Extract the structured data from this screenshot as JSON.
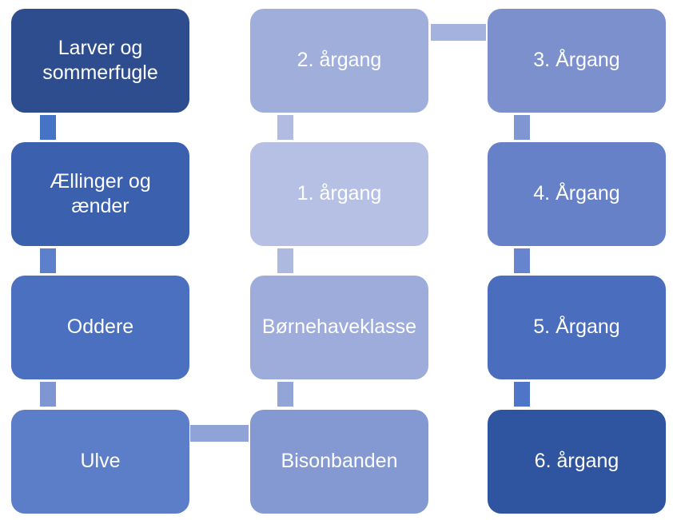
{
  "diagram": {
    "title": "Class progression flow diagram",
    "background_color": "#FFFFFF",
    "text_color": "#FFFFFF",
    "nodes": [
      {
        "id": "larver",
        "label": "Larver og\nsommerfugle",
        "color": "#2E4D8E"
      },
      {
        "id": "aellinger",
        "label": "Ællinger og\nænder",
        "color": "#3A60AE"
      },
      {
        "id": "oddere",
        "label": "Oddere",
        "color": "#4A70BF"
      },
      {
        "id": "ulve",
        "label": "Ulve",
        "color": "#5C7EC9"
      },
      {
        "id": "bisonbanden",
        "label": "Bisonbanden",
        "color": "#8499D1"
      },
      {
        "id": "boernehave",
        "label": "Børnehaveklasse",
        "color": "#9DACDA"
      },
      {
        "id": "aargang1",
        "label": "1. årgang",
        "color": "#B6C0E4"
      },
      {
        "id": "aargang2",
        "label": "2. årgang",
        "color": "#9FAEDB"
      },
      {
        "id": "aargang3",
        "label": "3. Årgang",
        "color": "#7B90CD"
      },
      {
        "id": "aargang4",
        "label": "4. Årgang",
        "color": "#6681C7"
      },
      {
        "id": "aargang5",
        "label": "5. Årgang",
        "color": "#4A6DBD"
      },
      {
        "id": "aargang6",
        "label": "6. årgang",
        "color": "#2F55A0"
      }
    ],
    "connectors": [
      {
        "from": "larver",
        "to": "aellinger",
        "orientation": "vertical",
        "color": "#4573C6"
      },
      {
        "from": "aellinger",
        "to": "oddere",
        "orientation": "vertical",
        "color": "#5C80CB"
      },
      {
        "from": "oddere",
        "to": "ulve",
        "orientation": "vertical",
        "color": "#7E96D1"
      },
      {
        "from": "ulve",
        "to": "bisonbanden",
        "orientation": "horizontal",
        "color": "#8FA3D6"
      },
      {
        "from": "bisonbanden",
        "to": "boernehave",
        "orientation": "vertical",
        "color": "#93A5D6"
      },
      {
        "from": "boernehave",
        "to": "aargang1",
        "orientation": "vertical",
        "color": "#AEB9E0"
      },
      {
        "from": "aargang1",
        "to": "aargang2",
        "orientation": "vertical",
        "color": "#B2BCE2"
      },
      {
        "from": "aargang2",
        "to": "aargang3",
        "orientation": "horizontal",
        "color": "#A4B2DE"
      },
      {
        "from": "aargang3",
        "to": "aargang4",
        "orientation": "vertical",
        "color": "#7F96D2"
      },
      {
        "from": "aargang4",
        "to": "aargang5",
        "orientation": "vertical",
        "color": "#6685CE"
      },
      {
        "from": "aargang5",
        "to": "aargang6",
        "orientation": "vertical",
        "color": "#4F75C8"
      }
    ]
  }
}
